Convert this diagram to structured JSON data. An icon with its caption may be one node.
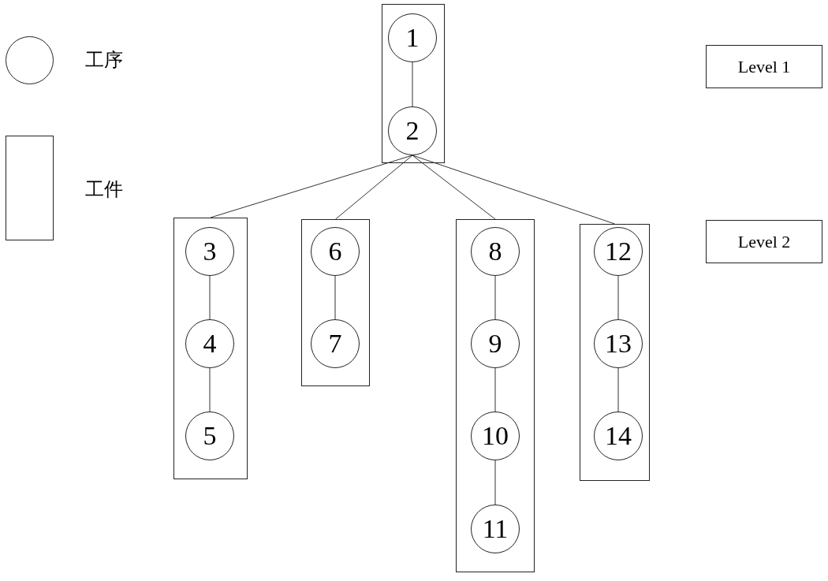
{
  "diagram": {
    "nodes": [
      {
        "text": [],
        "shape": "box"
      },
      {
        "text": [
          "1"
        ],
        "in": 0
      },
      {
        "text": [
          "2"
        ],
        "in": 0
      },
      {
        "text": [],
        "shape": "box"
      },
      {
        "text": [
          "3"
        ],
        "in": 3
      },
      {
        "text": [
          "4"
        ],
        "in": 3
      },
      {
        "text": [
          "5"
        ],
        "in": 3
      },
      {
        "text": [],
        "shape": "box"
      },
      {
        "text": [
          "6"
        ],
        "in": 7
      },
      {
        "text": [
          "7"
        ],
        "in": 7
      },
      {
        "text": [],
        "shape": "box"
      },
      {
        "text": [
          "8"
        ],
        "in": 10
      },
      {
        "text": [
          "9"
        ],
        "in": 10
      },
      {
        "text": [
          "10"
        ],
        "in": 10
      },
      {
        "text": [
          "11"
        ],
        "in": 10
      },
      {
        "text": [],
        "shape": "box"
      },
      {
        "text": [
          "12"
        ],
        "in": 15
      },
      {
        "text": [
          "13"
        ],
        "in": 15
      },
      {
        "text": [
          "14"
        ],
        "in": 15
      },
      {
        "text": [
          "Level 1"
        ]
      },
      {
        "text": [
          "Level 2"
        ]
      }
    ],
    "edges": [
      {
        "from": 1,
        "to": 2,
        "arrow": "none"
      },
      {
        "from": 2,
        "to": 3,
        "arrow": "none"
      },
      {
        "from": 2,
        "to": 7,
        "arrow": "none"
      },
      {
        "from": 2,
        "to": 10,
        "arrow": "none"
      },
      {
        "from": 2,
        "to": 15,
        "arrow": "none"
      },
      {
        "from": 4,
        "to": 5,
        "arrow": "none"
      },
      {
        "from": 5,
        "to": 6,
        "arrow": "none"
      },
      {
        "from": 8,
        "to": 9,
        "arrow": "none"
      },
      {
        "from": 11,
        "to": 12,
        "arrow": "none"
      },
      {
        "from": 12,
        "to": 13,
        "arrow": "none"
      },
      {
        "from": 13,
        "to": 14,
        "arrow": "none"
      },
      {
        "from": 16,
        "to": 17,
        "arrow": "none"
      },
      {
        "from": 17,
        "to": 18,
        "arrow": "none"
      }
    ],
    "legend": [
      {
        "text": "工序"
      },
      {
        "text": "工件"
      }
    ]
  }
}
